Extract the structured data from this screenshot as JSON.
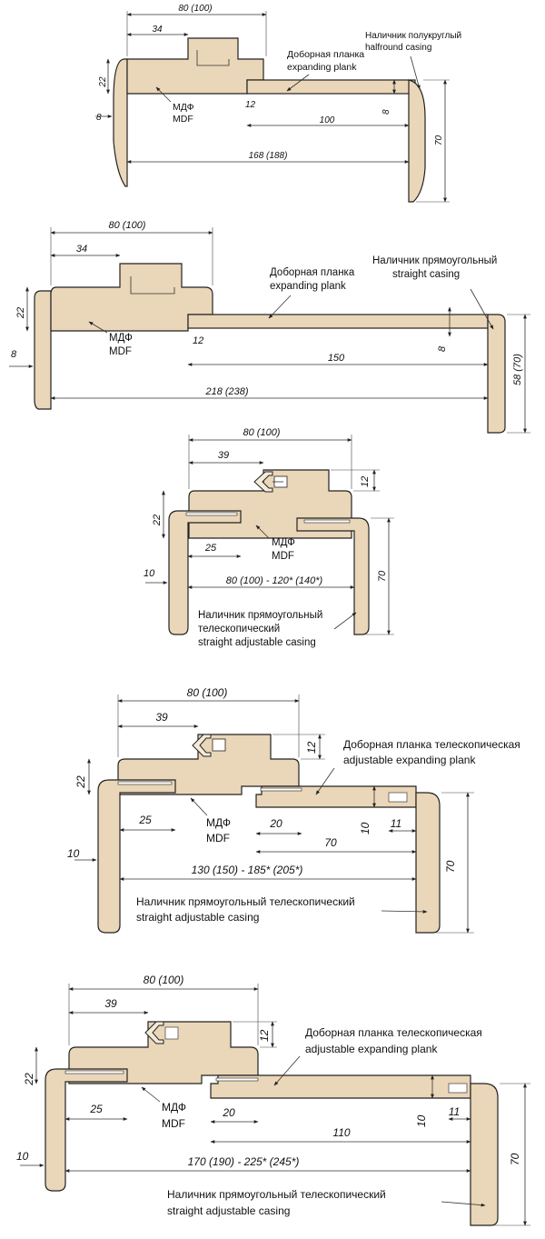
{
  "diagrams": [
    {
      "dim_top": "80 (100)",
      "dim_34": "34",
      "dim_22": "22",
      "dim_8_left": "8",
      "dim_12": "12",
      "dim_100": "100",
      "dim_8_right": "8",
      "dim_168": "168 (188)",
      "dim_70": "70",
      "label_plank_ru": "Доборная планка",
      "label_plank_en": "expanding plank",
      "label_casing_ru": "Наличник полукруглый",
      "label_casing_en": "halfround casing",
      "label_mdf_ru": "МДФ",
      "label_mdf_en": "MDF"
    },
    {
      "dim_top": "80 (100)",
      "dim_34": "34",
      "dim_22": "22",
      "dim_8_left": "8",
      "dim_12": "12",
      "dim_150": "150",
      "dim_8_right": "8",
      "dim_218": "218 (238)",
      "dim_58": "58 (70)",
      "label_plank_ru": "Доборная планка",
      "label_plank_en": "expanding plank",
      "label_casing_ru": "Наличник прямоугольный",
      "label_casing_en": "straight casing",
      "label_mdf_ru": "МДФ",
      "label_mdf_en": "MDF"
    },
    {
      "dim_top": "80 (100)",
      "dim_39": "39",
      "dim_12": "12",
      "dim_22": "22",
      "dim_25": "25",
      "dim_10": "10",
      "dim_range": "80 (100) - 120* (140*)",
      "dim_70": "70",
      "label_mdf_ru": "МДФ",
      "label_mdf_en": "MDF",
      "label_casing_ru1": "Наличник прямоугольный",
      "label_casing_ru2": "телескопический",
      "label_casing_en": "straight adjustable casing"
    },
    {
      "dim_top": "80 (100)",
      "dim_39": "39",
      "dim_12": "12",
      "dim_22": "22",
      "dim_25": "25",
      "dim_20": "20",
      "dim_10_mid": "10",
      "dim_11": "11",
      "dim_70_h": "70",
      "dim_10": "10",
      "dim_range": "130 (150) - 185* (205*)",
      "dim_70": "70",
      "label_mdf_ru": "МДФ",
      "label_mdf_en": "MDF",
      "label_plank_ru": "Доборная планка телескопическая",
      "label_plank_en": "adjustable expanding plank",
      "label_casing_ru": "Наличник прямоугольный телескопический",
      "label_casing_en": "straight adjustable casing"
    },
    {
      "dim_top": "80 (100)",
      "dim_39": "39",
      "dim_12": "12",
      "dim_22": "22",
      "dim_25": "25",
      "dim_20": "20",
      "dim_10_mid": "10",
      "dim_11": "11",
      "dim_110": "110",
      "dim_10": "10",
      "dim_range": "170 (190) - 225* (245*)",
      "dim_70": "70",
      "label_mdf_ru": "МДФ",
      "label_mdf_en": "MDF",
      "label_plank_ru": "Доборная планка телескопическая",
      "label_plank_en": "adjustable expanding plank",
      "label_casing_ru": "Наличник прямоугольный телескопический",
      "label_casing_en": "straight adjustable casing"
    }
  ]
}
